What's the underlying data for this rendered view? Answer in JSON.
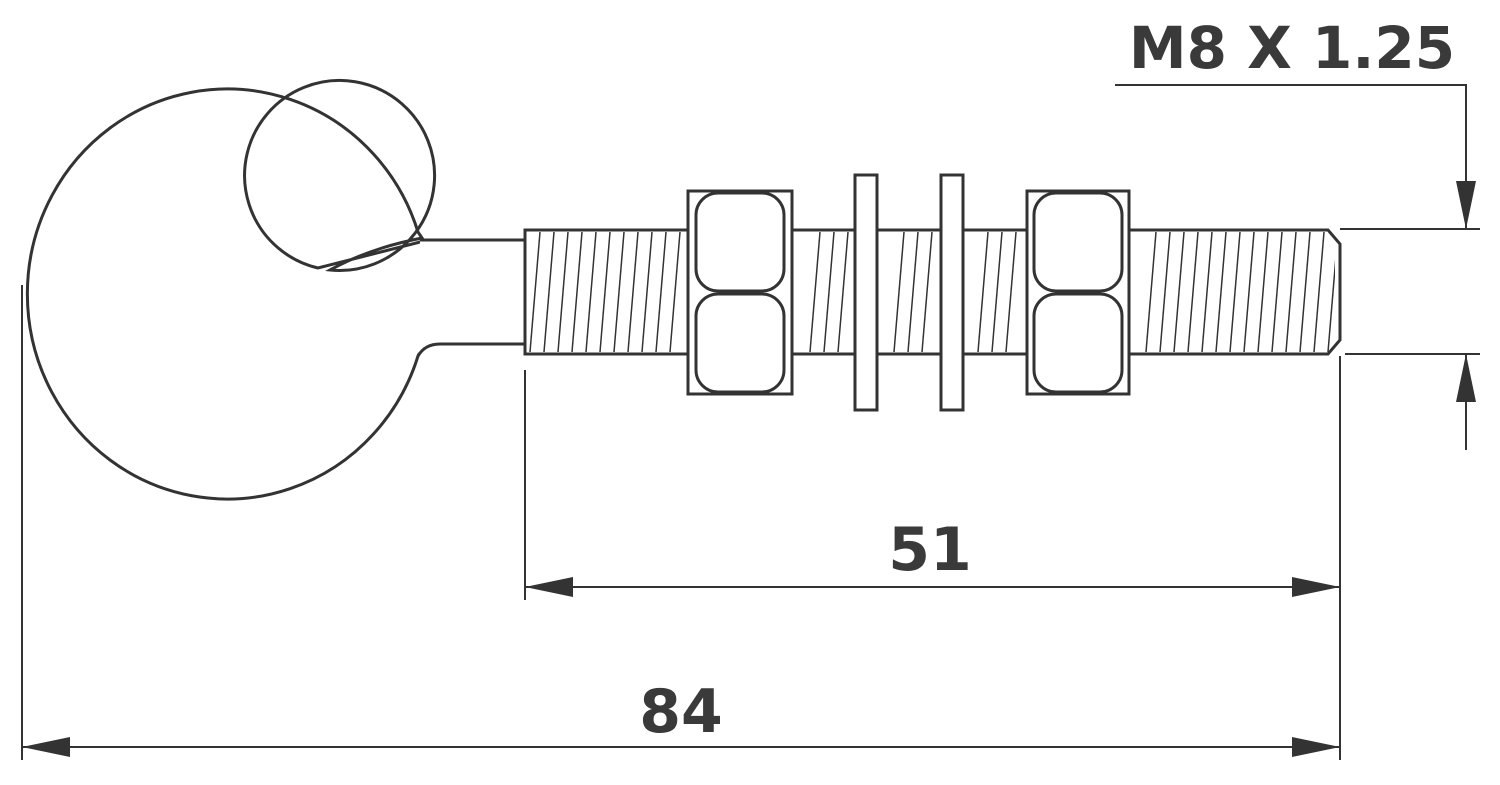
{
  "dimensions": {
    "thread_spec": "M8 X 1.25",
    "threaded_length": "51",
    "overall_length": "84"
  }
}
